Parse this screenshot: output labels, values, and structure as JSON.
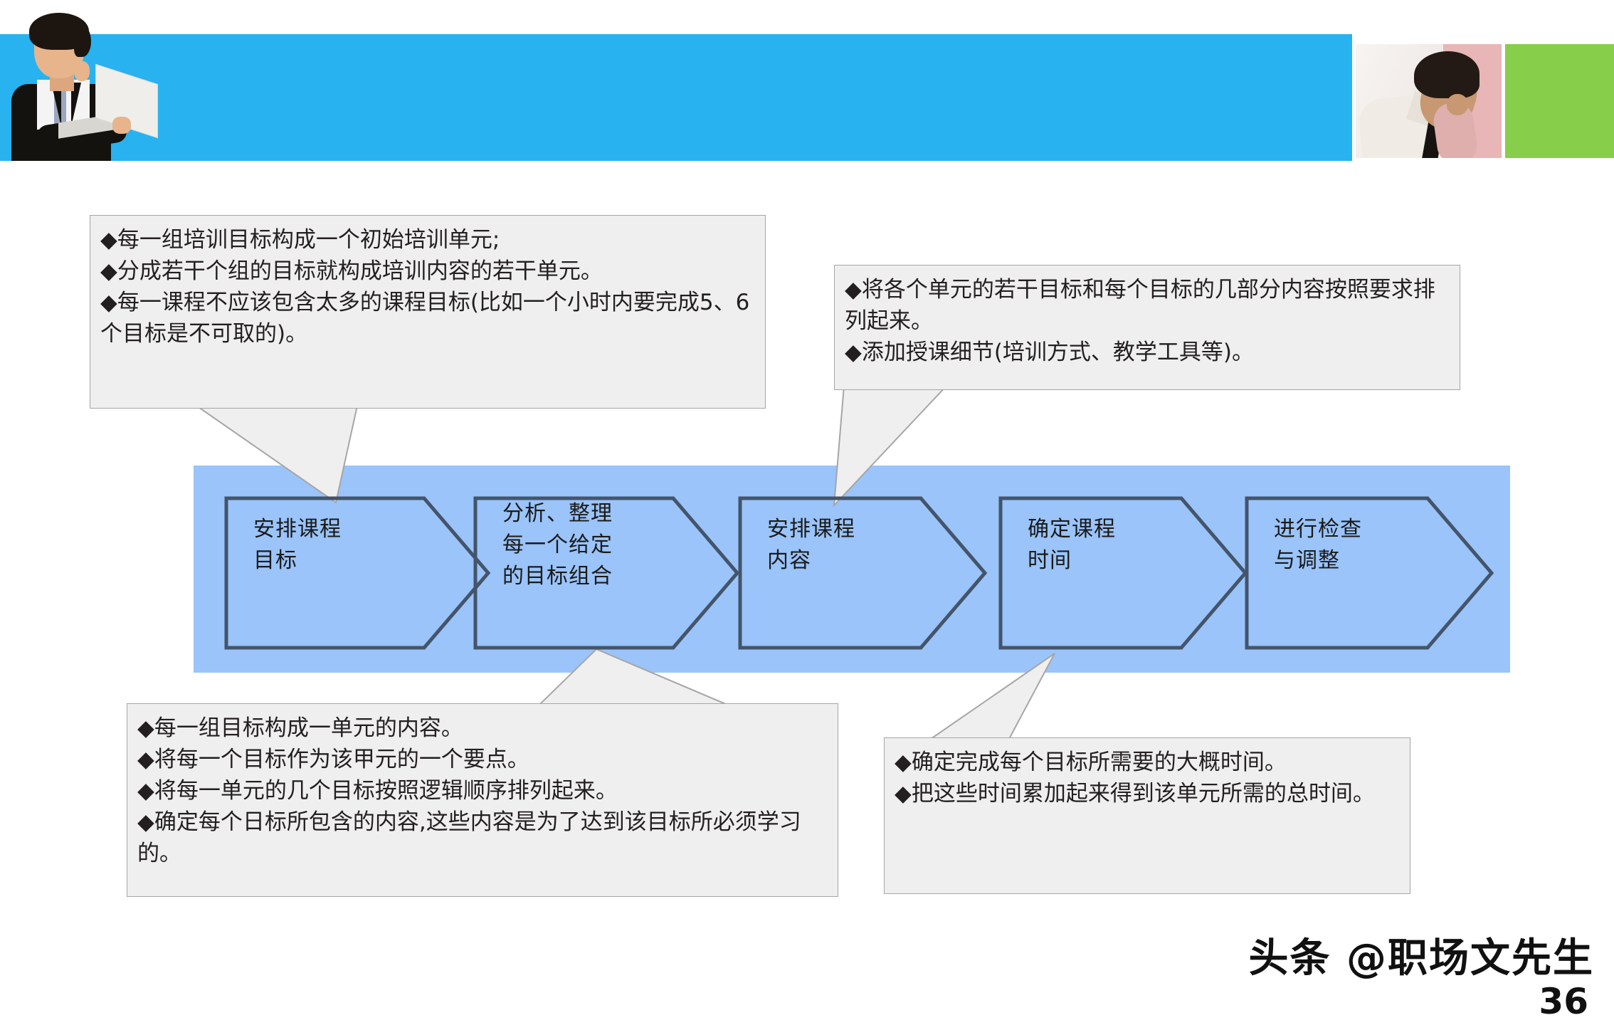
{
  "slide": {
    "page_number": "36",
    "watermark": "头条 @职场文先生",
    "colors": {
      "header_bar": "#28B2F0",
      "header_accent_green": "#87CE4B",
      "process_band": "#9AC4FA",
      "callout_fill": "#EFEFEF",
      "callout_border": "#A6A6A6",
      "chevron_stroke": "#44546A"
    }
  },
  "header": {
    "photo_left_alt": "businessman-with-laptop-photo",
    "photo_right_alt": "businessman-thinking-photo",
    "green_block_alt": "green-accent-block"
  },
  "process": {
    "steps": [
      {
        "id": "step-1",
        "label": "安排课程\n目标"
      },
      {
        "id": "step-2",
        "label": "分析、整理\n每一个给定\n的目标组合"
      },
      {
        "id": "step-3",
        "label": "安排课程\n内容"
      },
      {
        "id": "step-4",
        "label": "确定课程\n时间"
      },
      {
        "id": "step-5",
        "label": "进行检查\n与调整"
      }
    ]
  },
  "callouts": [
    {
      "id": "callout-top-left",
      "text": "◆每一组培训目标构成一个初始培训单元;\n◆分成若干个组的目标就构成培训内容的若干单元。\n◆每一课程不应该包含太多的课程目标(比如一个小时内要完成5、6个目标是不可取的)。"
    },
    {
      "id": "callout-top-right",
      "text": "◆将各个单元的若干目标和每个目标的几部分内容按照要求排列起来。\n◆添加授课细节(培训方式、教学工具等)。"
    },
    {
      "id": "callout-bottom-left",
      "text": "◆每一组目标构成一单元的内容。\n◆将每一个目标作为该甲元的一个要点。\n◆将每一单元的几个目标按照逻辑顺序排列起来。\n◆确定每个日标所包含的内容,这些内容是为了达到该目标所必须学习的。"
    },
    {
      "id": "callout-bottom-right",
      "text": "◆确定完成每个目标所需要的大概时间。\n◆把这些时间累加起来得到该单元所需的总时间。"
    }
  ]
}
